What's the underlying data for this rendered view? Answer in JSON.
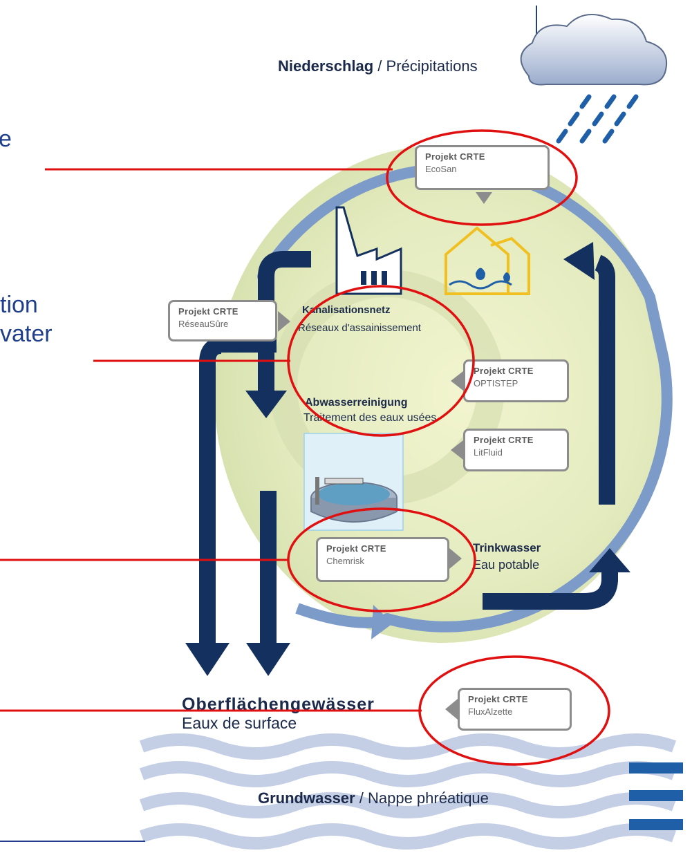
{
  "colors": {
    "navy": "#14305e",
    "light_blue_ring": "#7c9bc9",
    "wave": "#c4cfe6",
    "glow": "#eef2c4",
    "highlight_red": "#e01010",
    "side_text": "#1f3f8c"
  },
  "icons": [
    "cloud-icon",
    "rain-icon",
    "factory-icon",
    "houses-icon",
    "clarifier-tank-icon"
  ],
  "labels": {
    "precip_de": "Niederschlag",
    "precip_sep": "/",
    "precip_fr": "Précipitations",
    "sewer_de": "Kanalisationsnetz",
    "sewer_fr": "Réseaux d'assainissement",
    "treat_de": "Abwasserreinigung",
    "treat_fr": "Traitement des eaux usées",
    "drink_de": "Trinkwasser",
    "drink_fr": "Eau potable",
    "surface_de": "Oberflächengewässer",
    "surface_fr": "Eaux de surface",
    "ground_de": "Grundwasser",
    "ground_sep": "/",
    "ground_fr": "Nappe phréatique"
  },
  "projects": {
    "ecosan": {
      "title": "Projekt CRTE",
      "name": "EcoSan"
    },
    "reseausure": {
      "title": "Projekt CRTE",
      "name": "RéseauSûre"
    },
    "optistep": {
      "title": "Projekt CRTE",
      "name": "OPTISTEP"
    },
    "litfluid": {
      "title": "Projekt CRTE",
      "name": "LitFluid"
    },
    "chemrisk": {
      "title": "Projekt CRTE",
      "name": "Chemrisk"
    },
    "fluxalzette": {
      "title": "Projekt CRTE",
      "name": "FluxAlzette"
    }
  },
  "side_text": {
    "t1": "e",
    "t2": "tion",
    "t3": "vater"
  }
}
